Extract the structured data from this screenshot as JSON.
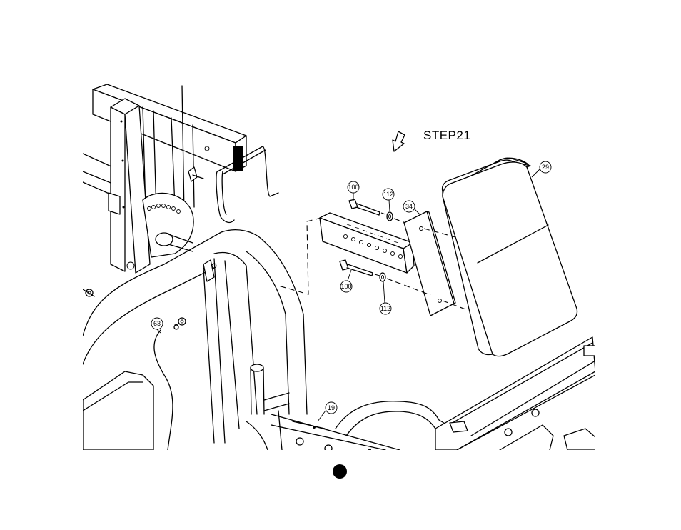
{
  "step": {
    "label": "STEP21"
  },
  "callouts": [
    {
      "id": "29"
    },
    {
      "id": "100"
    },
    {
      "id": "112"
    },
    {
      "id": "34"
    },
    {
      "id": "100"
    },
    {
      "id": "112"
    },
    {
      "id": "63"
    },
    {
      "id": "19"
    }
  ]
}
